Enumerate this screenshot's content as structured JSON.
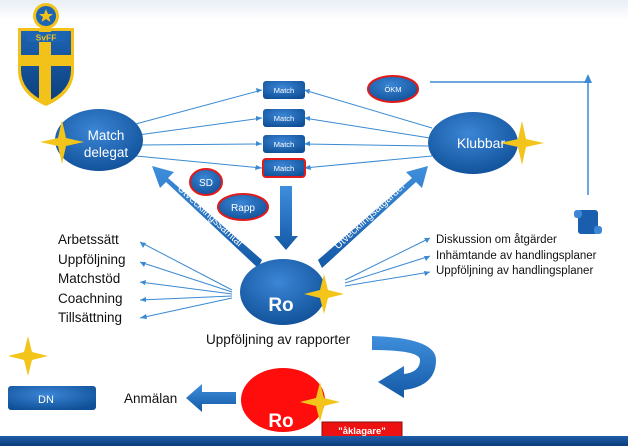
{
  "logo": {
    "text": "SvFF"
  },
  "nodes": {
    "match_delegat": "Match\ndelegat",
    "klubbar": "Klubbar",
    "ro_top": "Ro",
    "ro_bottom": "Ro",
    "dn": "DN",
    "okm": "ÖKM",
    "sd": "SD",
    "rapp": "Rapp",
    "match_boxes": [
      "Match",
      "Match",
      "Match",
      "Match"
    ]
  },
  "arrow_labels": {
    "utvecklingssamtal": "Utvecklingssamtal",
    "utvecklingsatgarder": "Utvecklingsåtgärder"
  },
  "left_list": [
    "Arbetssätt",
    "Uppföljning",
    "Matchstöd",
    "Coachning",
    "Tillsättning"
  ],
  "right_list": [
    "Diskussion om åtgärder",
    "Inhämtande av handlingsplaner",
    "Uppföljning av handlingsplaner"
  ],
  "uppfoljning_rapporter": "Uppföljning av rapporter",
  "anmalan": "Anmälan",
  "aklagare": "\"åklagare\"",
  "colors": {
    "blue": "#1a66b5",
    "blue_dark": "#0c4a8e",
    "red": "#ee1111",
    "yellow": "#f3c51b",
    "line": "#3b8ad3"
  }
}
